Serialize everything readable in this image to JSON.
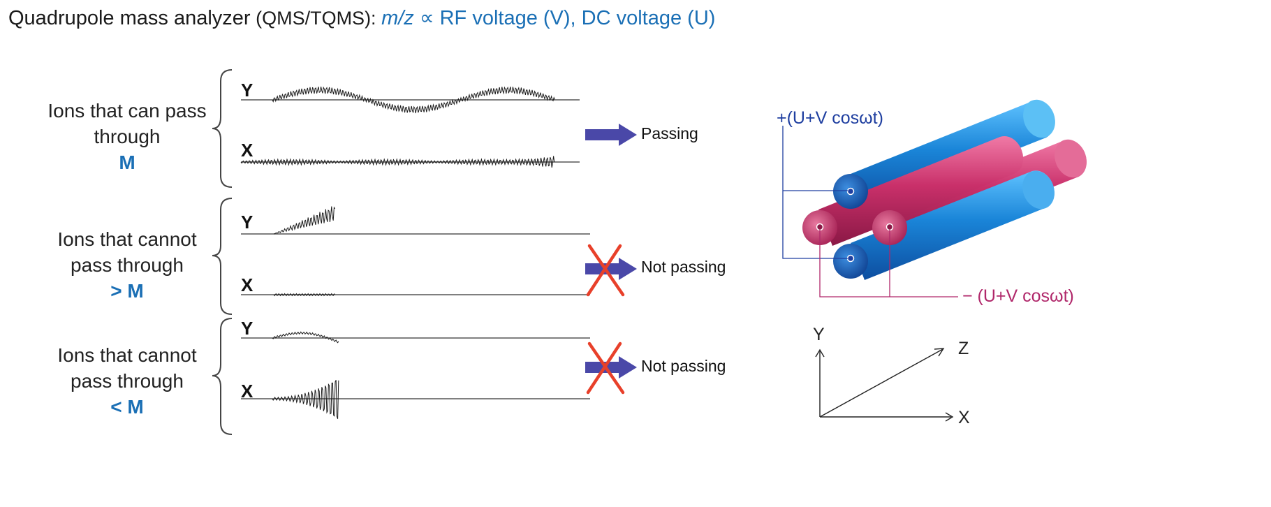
{
  "title": {
    "main": "Quadrupole mass analyzer",
    "paren": " (QMS/TQMS): ",
    "mz": "m/z",
    "relation": " ∝ RF voltage (V), DC voltage (U)"
  },
  "groups": [
    {
      "line1": "Ions that can pass",
      "line2": "through",
      "mass": "M",
      "result": "Passing"
    },
    {
      "line1": "Ions that cannot",
      "line2": "pass through",
      "mass": "> M",
      "result": "Not passing"
    },
    {
      "line1": "Ions that cannot",
      "line2": "pass through",
      "mass": "< M",
      "result": "Not passing"
    }
  ],
  "axes": {
    "y": "Y",
    "x": "X"
  },
  "rods": {
    "plus_formula": "+(U+V cosωt)",
    "minus_formula": "− (U+V cosωt)",
    "colors": {
      "blue": "#1a7fd0",
      "magenta": "#c22a5e",
      "plus_line": "#1f3fa0",
      "minus_line": "#b0276a"
    }
  },
  "coordinates": {
    "y": "Y",
    "z": "Z",
    "x": "X"
  },
  "colors": {
    "arrow": "#4a48a8",
    "cross": "#e8402a",
    "accent_blue": "#1a6fb5"
  }
}
